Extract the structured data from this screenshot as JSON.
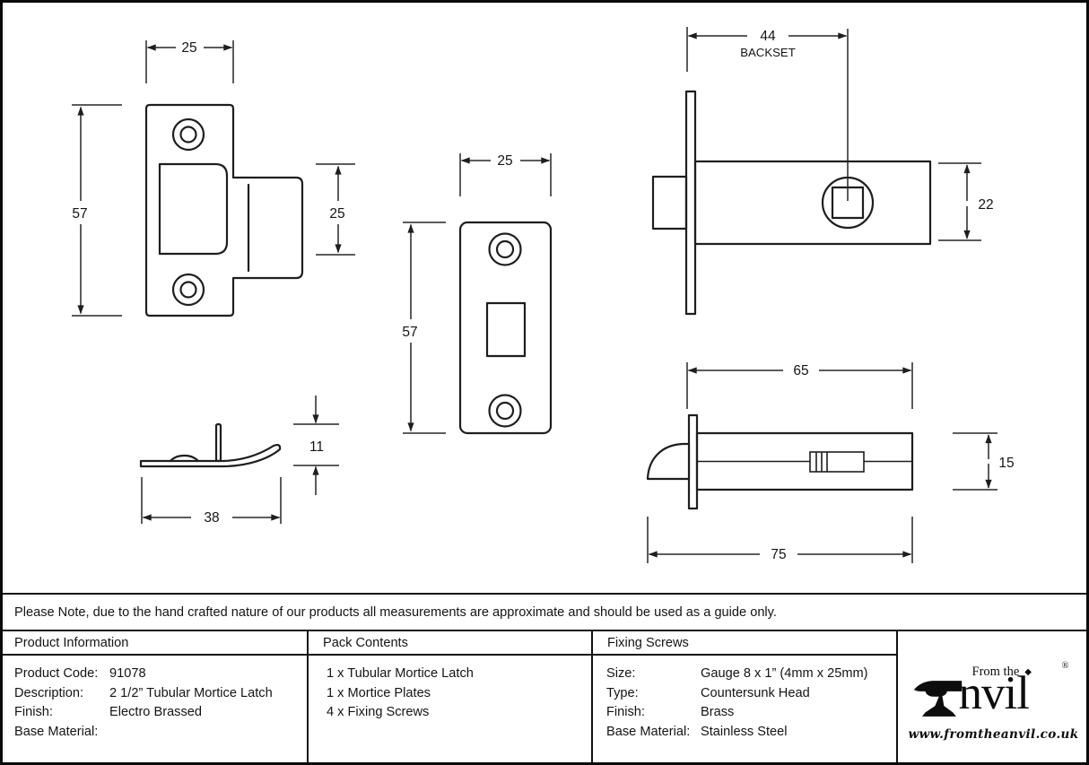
{
  "drawings": {
    "strike_plate_front": {
      "width": "25",
      "height": "57",
      "opening_height": "25"
    },
    "face_plate": {
      "width": "25",
      "height": "57"
    },
    "latch_side": {
      "backset": "44",
      "backset_label": "BACKSET",
      "case_height": "22"
    },
    "strike_plate_side": {
      "height": "11",
      "length": "38"
    },
    "latch_top": {
      "case_length": "65",
      "case_width": "15",
      "overall_length": "75"
    }
  },
  "notice": "Please Note, due to the hand crafted nature of our products all measurements are approximate and should be used as a guide only.",
  "product_information": {
    "header": "Product Information",
    "rows": [
      {
        "label": "Product Code:",
        "value": "91078"
      },
      {
        "label": "Description:",
        "value": "2 1/2” Tubular Mortice Latch"
      },
      {
        "label": "Finish:",
        "value": "Electro Brassed"
      },
      {
        "label": "Base Material:",
        "value": ""
      }
    ]
  },
  "pack_contents": {
    "header": "Pack Contents",
    "items": [
      "1 x Tubular Mortice Latch",
      "1 x Mortice Plates",
      "4 x Fixing Screws"
    ]
  },
  "fixing_screws": {
    "header": "Fixing Screws",
    "rows": [
      {
        "label": "Size:",
        "value": "Gauge 8 x 1” (4mm x 25mm)"
      },
      {
        "label": "Type:",
        "value": "Countersunk Head"
      },
      {
        "label": "Finish:",
        "value": "Brass"
      },
      {
        "label": "Base Material:",
        "value": "Stainless Steel"
      }
    ]
  },
  "logo": {
    "prefix": "From the",
    "diamond": "◆",
    "name_rest": "nvil",
    "registered": "®",
    "url": "www.fromtheanvil.co.uk"
  },
  "colors": {
    "line": "#1e1e1e",
    "background": "#ffffff"
  }
}
